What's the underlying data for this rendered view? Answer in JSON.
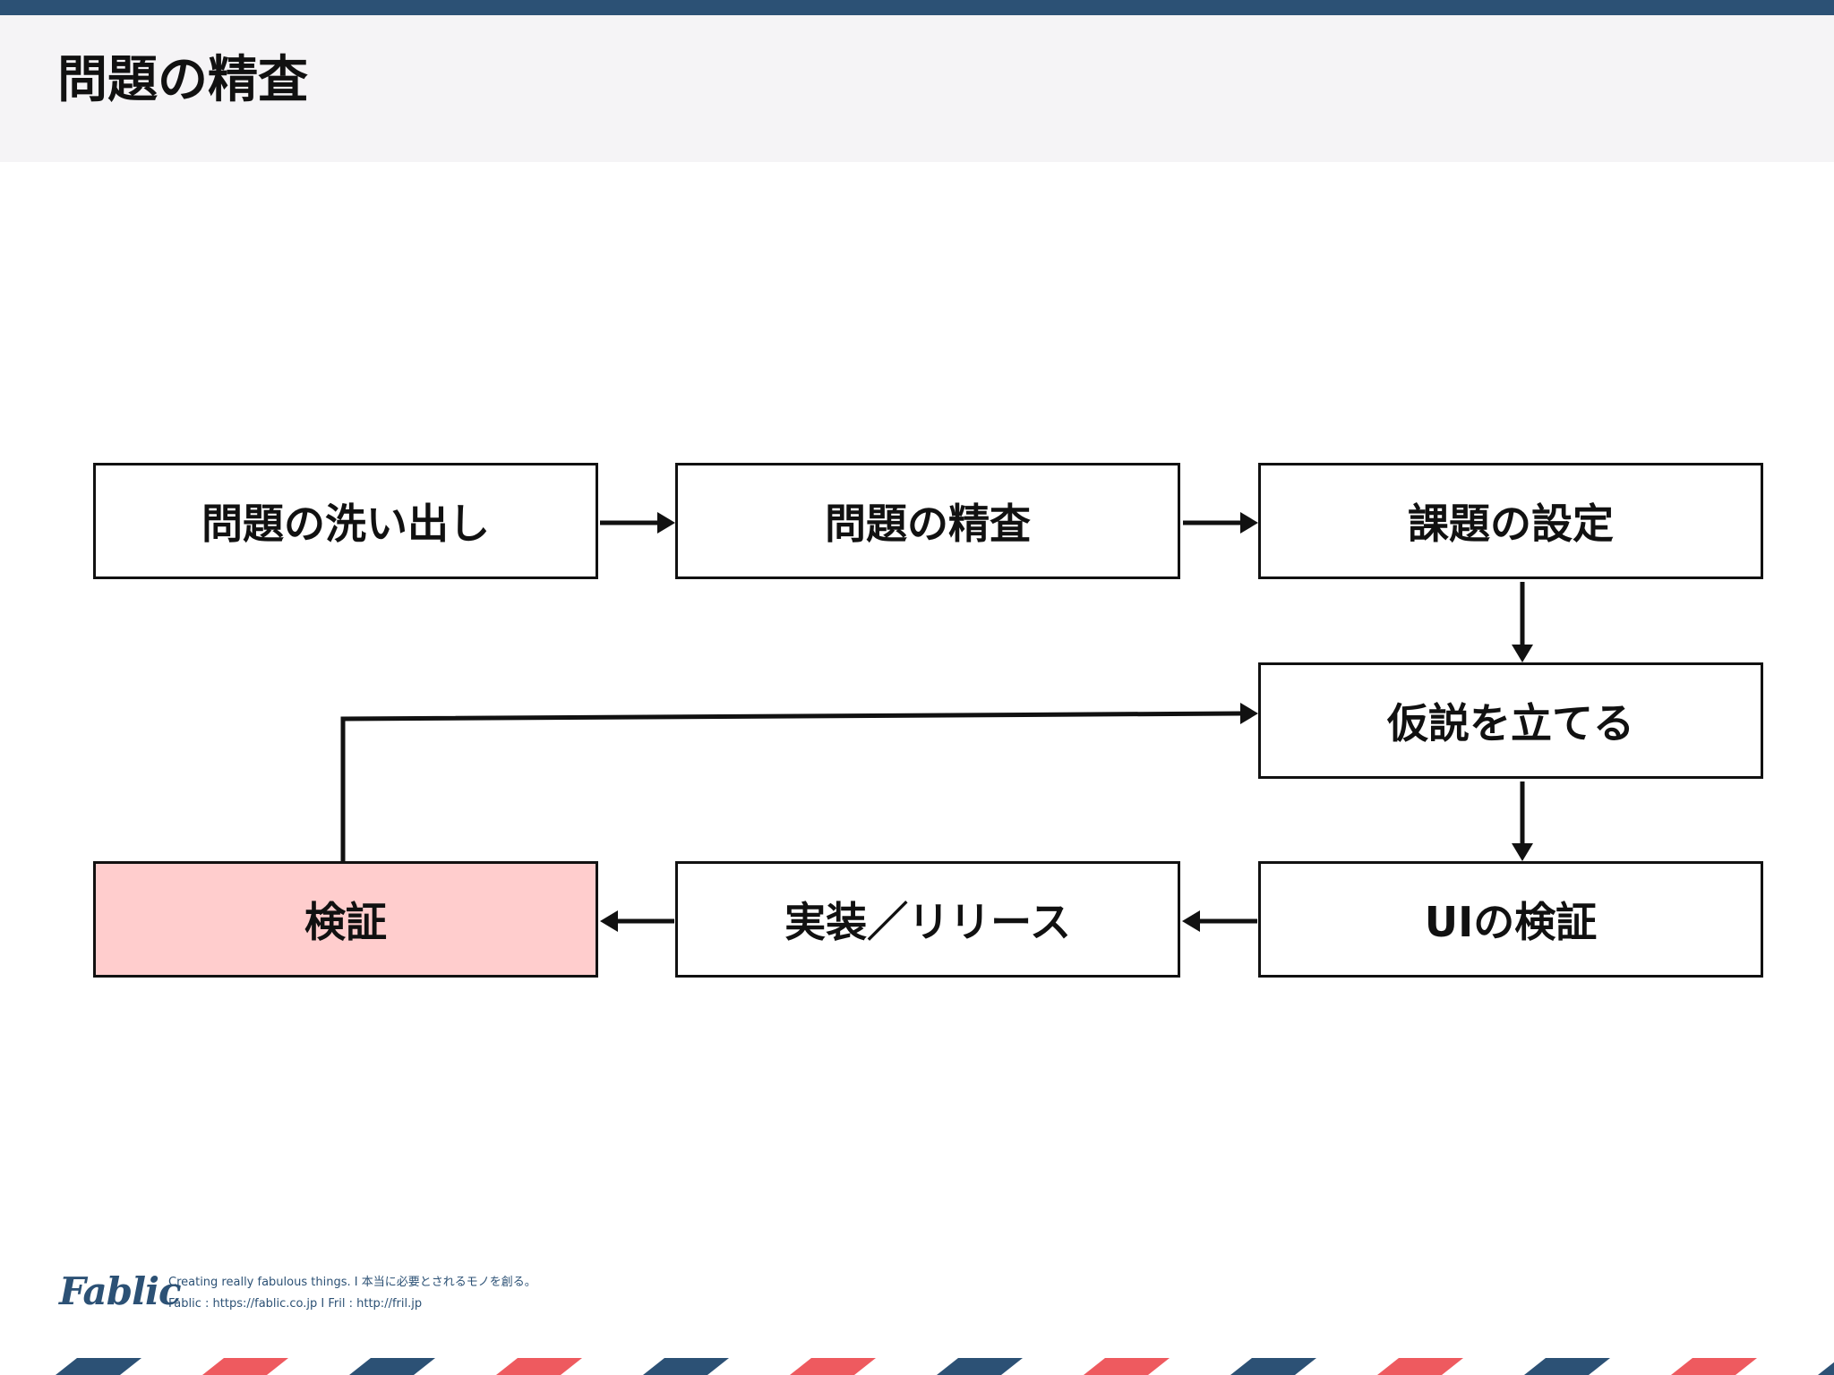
{
  "header": {
    "title": "問題の精査"
  },
  "flow": {
    "nodes": [
      {
        "id": "n1",
        "label": "問題の洗い出し",
        "highlighted": false
      },
      {
        "id": "n2",
        "label": "問題の精査",
        "highlighted": false
      },
      {
        "id": "n3",
        "label": "課題の設定",
        "highlighted": false
      },
      {
        "id": "n4",
        "label": "仮説を立てる",
        "highlighted": false
      },
      {
        "id": "n5",
        "label": "UIの検証",
        "highlighted": false
      },
      {
        "id": "n6",
        "label": "実装／リリース",
        "highlighted": false
      },
      {
        "id": "n7",
        "label": "検証",
        "highlighted": true
      }
    ],
    "edges": [
      {
        "from": "n1",
        "to": "n2"
      },
      {
        "from": "n2",
        "to": "n3"
      },
      {
        "from": "n3",
        "to": "n4"
      },
      {
        "from": "n4",
        "to": "n5"
      },
      {
        "from": "n5",
        "to": "n6"
      },
      {
        "from": "n6",
        "to": "n7"
      },
      {
        "from": "n7",
        "to": "n4"
      }
    ]
  },
  "footer": {
    "logo": "Fablic",
    "tagline": "Creating really fabulous things.  I  本当に必要とされるモノを創る。",
    "links": "Fablic : https://fablic.co.jp  I  Fril : http://fril.jp"
  },
  "colors": {
    "accent_navy": "#2c5175",
    "accent_red": "#ee5a5f",
    "highlight_fill": "#ffcdcd",
    "header_band": "#f5f4f6"
  }
}
